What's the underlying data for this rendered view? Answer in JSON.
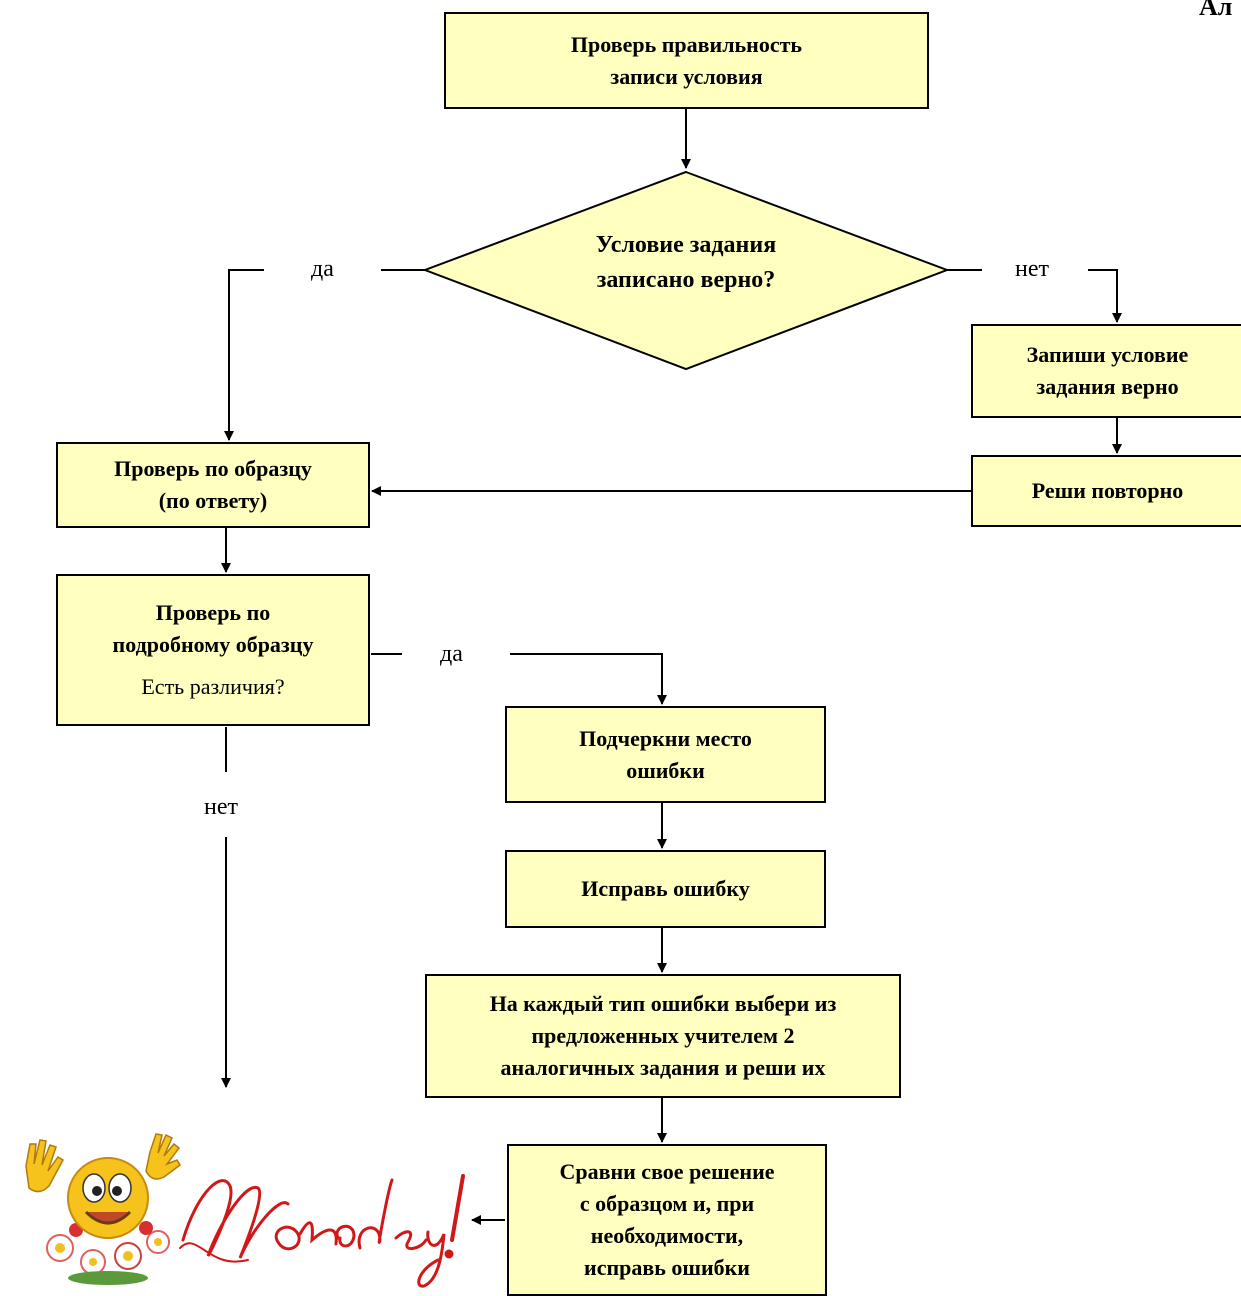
{
  "corner_text": "Ал",
  "nodes": {
    "check_condition": [
      "Проверь правильность",
      "записи условия"
    ],
    "decision": [
      "Условие задания",
      "записано верно?"
    ],
    "rewrite": [
      "Запиши условие",
      "задания верно"
    ],
    "resolve": [
      "Реши повторно"
    ],
    "check_sample": [
      "Проверь по образцу",
      "(по ответу)"
    ],
    "check_detailed": [
      "Проверь по",
      "подробному образцу"
    ],
    "check_detailed_question": "Есть различия?",
    "underline": [
      "Подчеркни место",
      "ошибки"
    ],
    "fix": [
      "Исправь ошибку"
    ],
    "choose_tasks": [
      "На каждый тип ошибки выбери из",
      "предложенных учителем 2",
      "аналогичных задания и реши их"
    ],
    "compare": [
      "Сравни свое решение",
      "с образцом и, при",
      "необходимости,",
      "исправь ошибки"
    ]
  },
  "edge_labels": {
    "decision_yes": "да",
    "decision_no": "нет",
    "diff_yes": "да",
    "diff_no": "нет"
  },
  "image_text": "Молодец!",
  "colors": {
    "box_fill": "#ffffc0",
    "line": "#000000",
    "art_red": "#d01818"
  }
}
